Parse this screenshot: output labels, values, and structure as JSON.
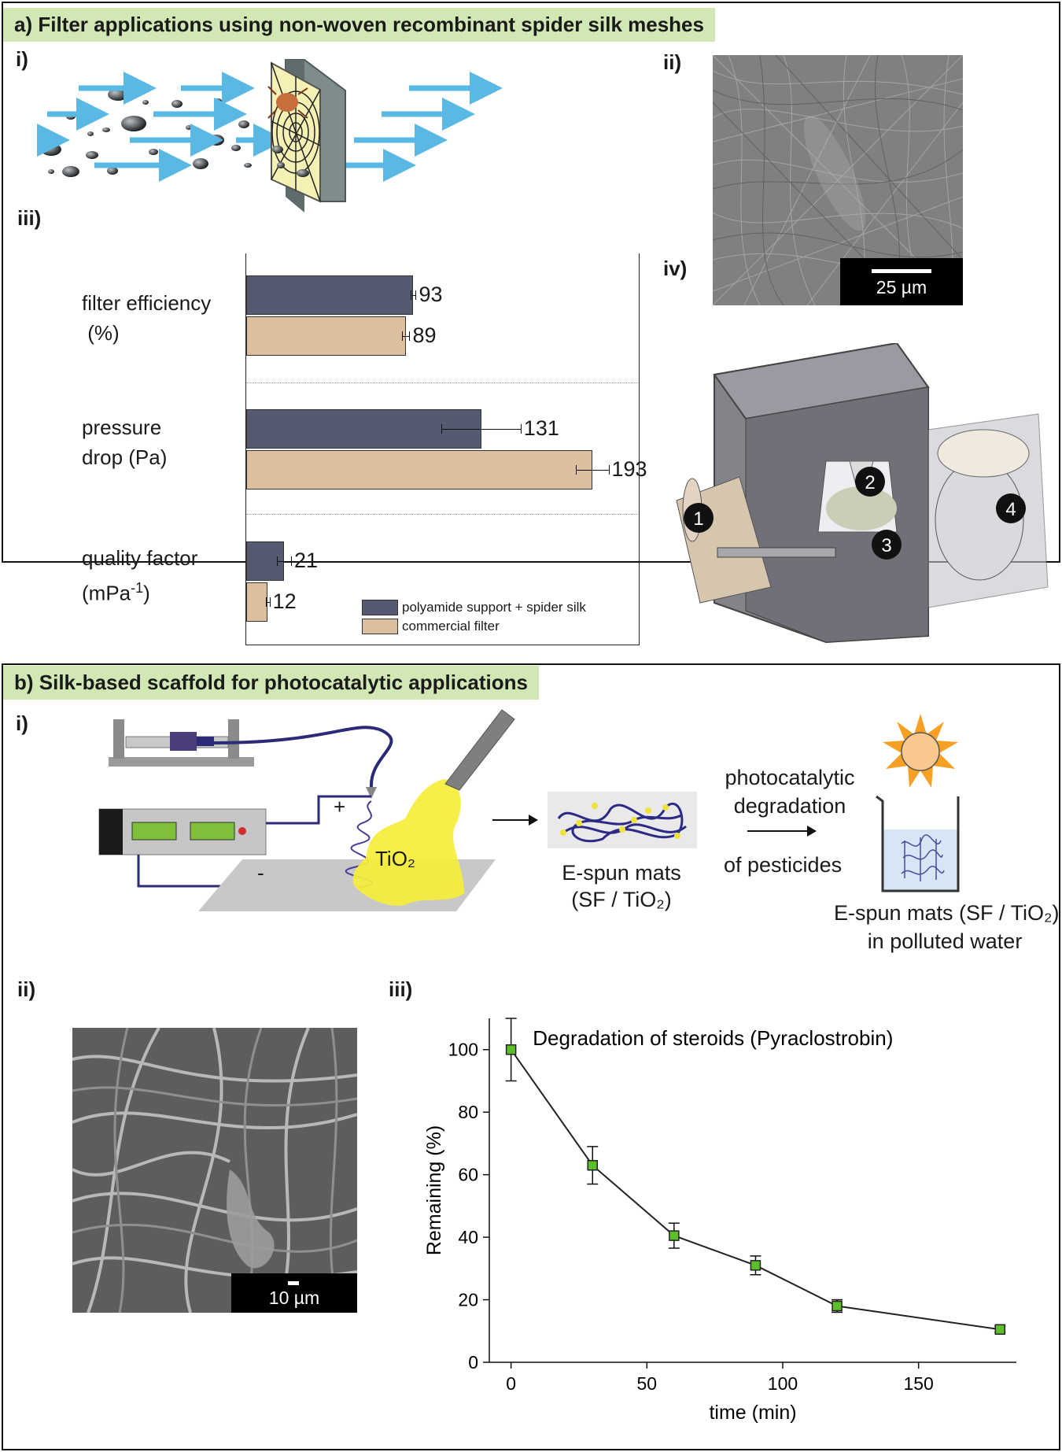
{
  "section_a": {
    "header": "a) Filter applications using non-woven recombinant spider silk meshes",
    "sub_i": "i)",
    "sub_ii": "ii)",
    "sub_iii": "iii)",
    "sub_iv": "iv)",
    "sem_scale": "25 µm",
    "machine_labels": [
      "1",
      "2",
      "3",
      "4"
    ]
  },
  "section_b": {
    "header": "b) Silk-based scaffold for photocatalytic applications",
    "sub_i": "i)",
    "sub_ii": "ii)",
    "sub_iii": "iii)",
    "plus": "+",
    "minus": "-",
    "tio2": "TiO₂",
    "mats_label_1": "E-spun mats",
    "mats_label_2": "(SF / TiO₂)",
    "process_line_1": "photocatalytic",
    "process_line_2": "degradation",
    "process_line_3": "of pesticides",
    "beaker_label_1": "E-spun mats (SF / TiO₂)",
    "beaker_label_2": "in polluted water",
    "sem_scale": "10 µm"
  },
  "chart_data": [
    {
      "type": "bar",
      "orientation": "horizontal",
      "categories": [
        "filter efficiency (%)",
        "pressure drop (Pa)",
        "quality factor (mPa-1)"
      ],
      "category_labels": [
        [
          "filter efficiency",
          " (%)"
        ],
        [
          "pressure",
          "drop (Pa)"
        ],
        [
          "quality factor",
          "(mPa",
          "-1",
          ")"
        ]
      ],
      "series": [
        {
          "name": "polyamide support + spider silk",
          "values": [
            93,
            131,
            21
          ],
          "errors": [
            1.5,
            22,
            4
          ],
          "color": "#555a70"
        },
        {
          "name": "commercial filter",
          "values": [
            89,
            193,
            12
          ],
          "errors": [
            2,
            9,
            1
          ],
          "color": "#ddbf9f"
        }
      ],
      "xlim": [
        0,
        225
      ],
      "legend": "bottom-right"
    },
    {
      "type": "line",
      "title": "Degradation of steroids (Pyraclostrobin)",
      "xlabel": "time (min)",
      "ylabel": "Remaining  (%)",
      "x": [
        0,
        30,
        60,
        90,
        120,
        180
      ],
      "y": [
        100,
        63,
        40.5,
        31,
        18,
        10.5
      ],
      "yerr": [
        10,
        6,
        4,
        3,
        2,
        1
      ],
      "xlim": [
        -8,
        186
      ],
      "ylim": [
        0,
        110
      ],
      "xticks": [
        0,
        50,
        100,
        150
      ],
      "yticks": [
        0,
        20,
        40,
        60,
        80,
        100
      ],
      "marker_color": "#5cbf2a"
    }
  ]
}
